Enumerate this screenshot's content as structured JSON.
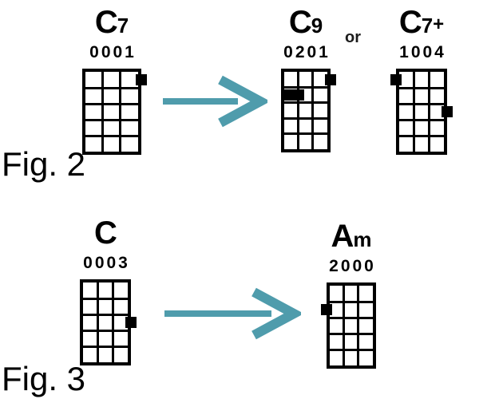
{
  "arrow_color": "#4f9cac",
  "fig2": {
    "label": "Fig. 2",
    "or_label": "or",
    "c7": {
      "name_main": "C",
      "name_sub": "7",
      "name_suffix": "",
      "fingering": "0001",
      "dots": [
        {
          "string": 4,
          "fret": 1
        }
      ]
    },
    "c9": {
      "name_main": "C",
      "name_sub": "9",
      "name_suffix": "",
      "fingering": "0201",
      "dots": [
        {
          "string": 2,
          "fret": 2
        },
        {
          "string": 1,
          "fret": 2,
          "inset": true
        },
        {
          "string": 4,
          "fret": 1
        }
      ]
    },
    "c7plus": {
      "name_main": "C",
      "name_sub": "7",
      "name_suffix": "+",
      "fingering": "1004",
      "dots": [
        {
          "string": 1,
          "fret": 1
        },
        {
          "string": 4,
          "fret": 3
        }
      ]
    }
  },
  "fig3": {
    "label": "Fig. 3",
    "c": {
      "name_main": "C",
      "name_sub": "",
      "name_suffix": "",
      "fingering": "0003",
      "dots": [
        {
          "string": 4,
          "fret": 3
        }
      ]
    },
    "am": {
      "name_main": "A",
      "name_sub": "m",
      "name_suffix": "",
      "fingering": "2000",
      "dots": [
        {
          "string": 1,
          "fret": 2
        }
      ]
    }
  }
}
